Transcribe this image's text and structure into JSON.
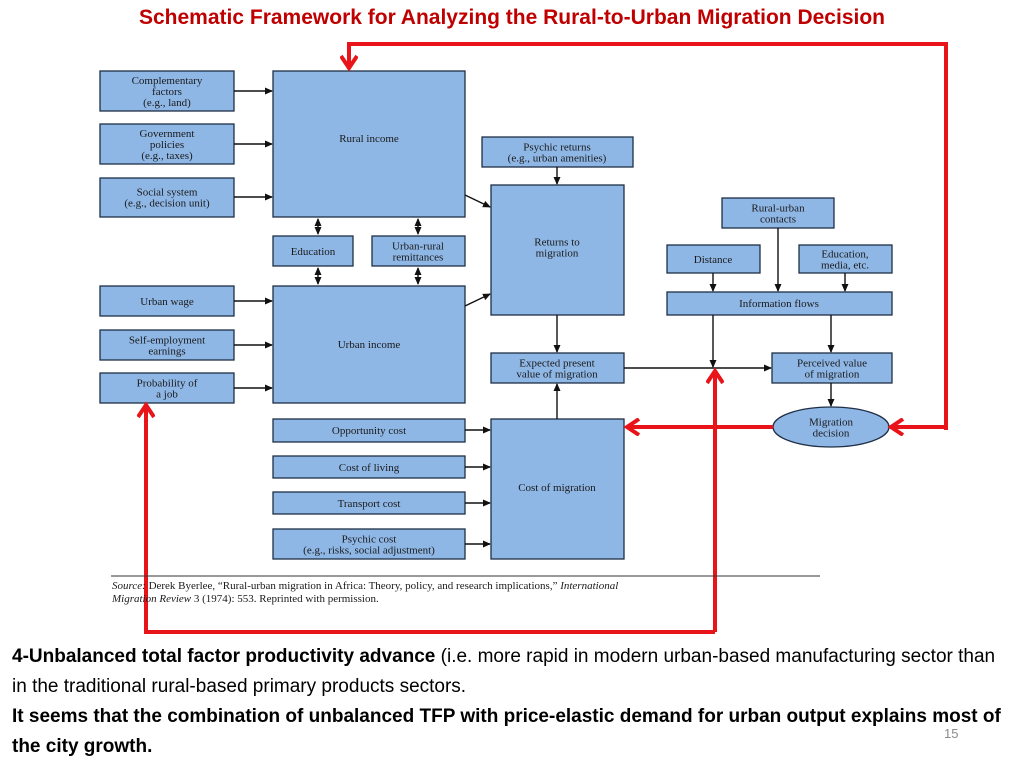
{
  "slide": {
    "title": "Schematic Framework for Analyzing the Rural-to-Urban Migration Decision",
    "page_number": "15"
  },
  "boxes": {
    "complementary": [
      "Complementary",
      "factors",
      "(e.g., land)"
    ],
    "government": [
      "Government",
      "policies",
      "(e.g., taxes)"
    ],
    "social": [
      "Social system",
      "(e.g., decision unit)"
    ],
    "rural_income": [
      "Rural income"
    ],
    "psychic_returns": [
      "Psychic returns",
      "(e.g., urban amenities)"
    ],
    "returns_migration": [
      "Returns to",
      "migration"
    ],
    "education": [
      "Education"
    ],
    "urban_rural": [
      "Urban-rural",
      "remittances"
    ],
    "urban_wage": [
      "Urban wage"
    ],
    "self_employment": [
      "Self-employment",
      "earnings"
    ],
    "probability": [
      "Probability of",
      "a job"
    ],
    "urban_income": [
      "Urban income"
    ],
    "expected_pv": [
      "Expected present",
      "value of migration"
    ],
    "rural_urban_contacts": [
      "Rural-urban",
      "contacts"
    ],
    "distance": [
      "Distance"
    ],
    "education_media": [
      "Education,",
      "media, etc."
    ],
    "information_flows": [
      "Information flows"
    ],
    "perceived_value": [
      "Perceived value",
      "of migration"
    ],
    "migration_decision": [
      "Migration",
      "decision"
    ],
    "opportunity_cost": [
      "Opportunity cost"
    ],
    "cost_living": [
      "Cost of living"
    ],
    "transport_cost": [
      "Transport cost"
    ],
    "psychic_cost": [
      "Psychic cost",
      "(e.g., risks, social adjustment)"
    ],
    "cost_migration": [
      "Cost of migration"
    ]
  },
  "source": {
    "label": "Source:",
    "line1": " Derek Byerlee, “Rural-urban migration in Africa: Theory, policy, and research implications,” ",
    "journal1": "International",
    "journal2": "Migration Review",
    "line2": " 3 (1974): 553. Reprinted with permission."
  },
  "bottom_text": {
    "bold_lead": "4-Unbalanced total factor productivity advance",
    "normal_rest": " (i.e. more rapid in modern urban-based manufacturing sector than in the traditional rural-based primary products sectors.",
    "bold_line2": "It seems that the combination of unbalanced TFP with price-elastic demand for urban output explains most of the city growth."
  },
  "colors": {
    "title_red": "#c00000",
    "box_fill": "#8fb7e6",
    "arrow_red": "#e8141a"
  }
}
